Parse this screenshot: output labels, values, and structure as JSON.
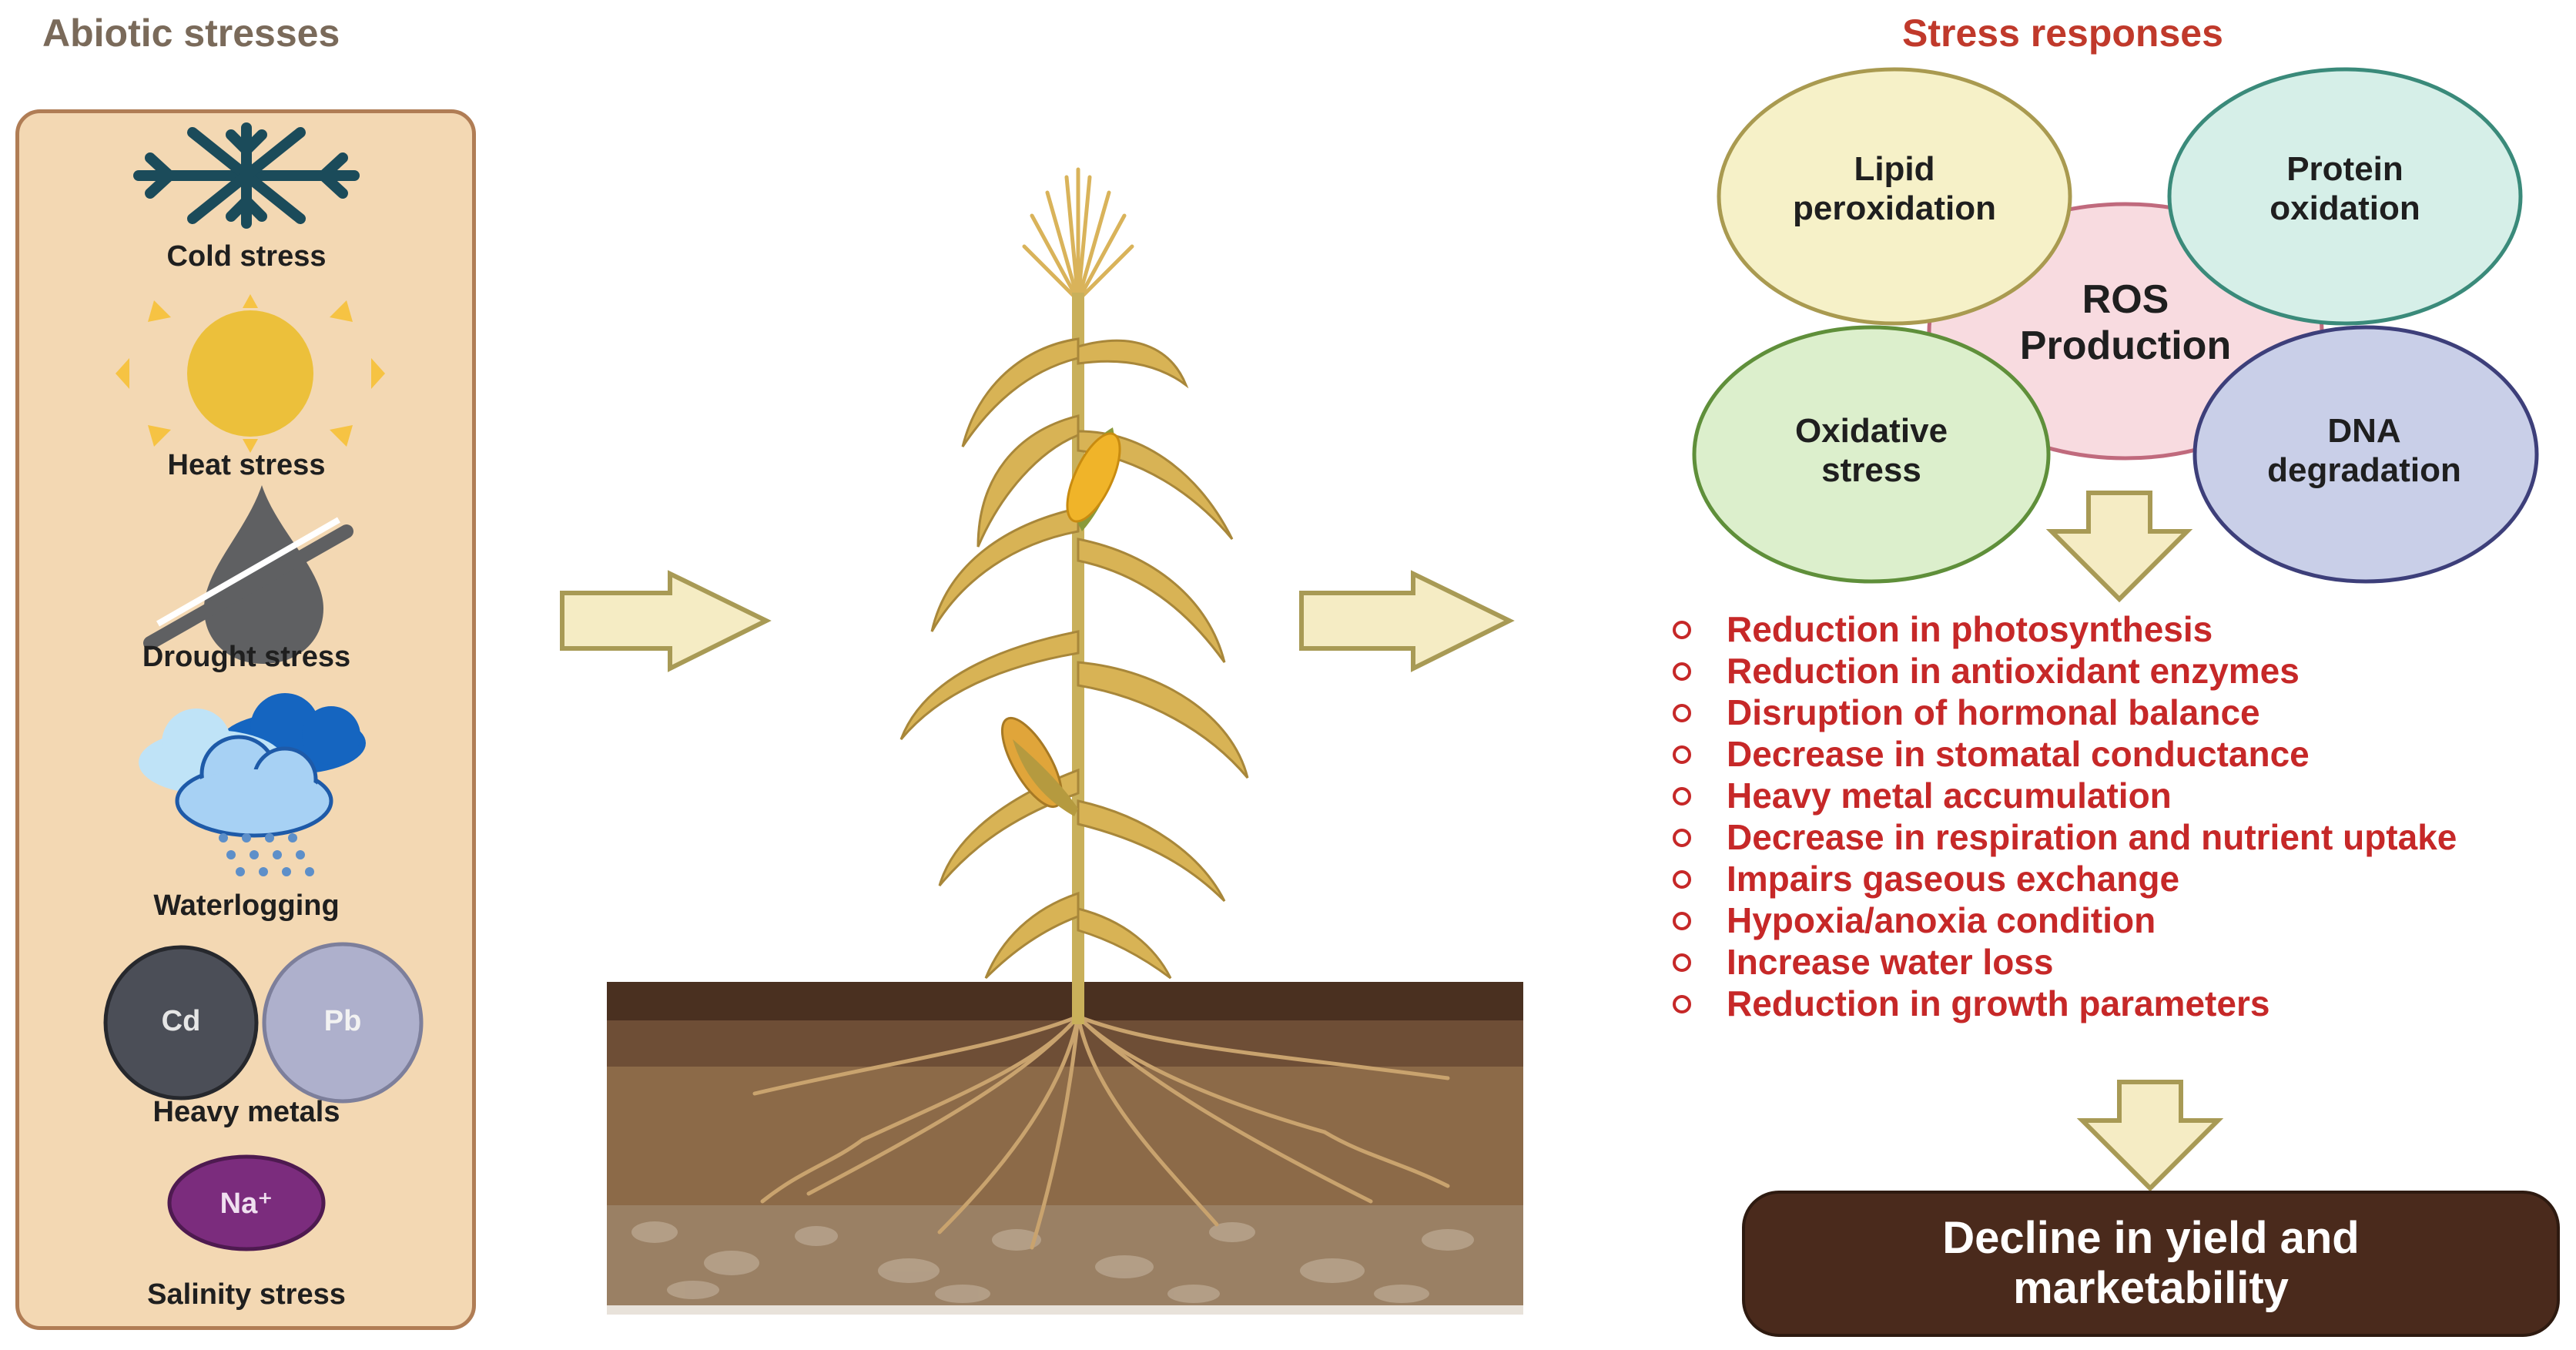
{
  "left_heading": "Abiotic stresses",
  "right_heading": "Stress responses",
  "stresses": [
    {
      "label": "Cold stress",
      "icon": "snowflake-icon"
    },
    {
      "label": "Heat stress",
      "icon": "sun-icon"
    },
    {
      "label": "Drought stress",
      "icon": "no-water-drop-icon"
    },
    {
      "label": "Waterlogging",
      "icon": "rain-cloud-icon"
    },
    {
      "label": "Heavy metals",
      "icon": "heavy-metal-icon"
    },
    {
      "label": "Salinity stress",
      "icon": "sodium-ion-icon"
    }
  ],
  "metal_symbols": {
    "cd": "Cd",
    "pb": "Pb",
    "na": "Na⁺"
  },
  "responses": {
    "center": "ROS Production",
    "lipid": "Lipid peroxidation",
    "protein": "Protein oxidation",
    "oxidative": "Oxidative stress",
    "dna": "DNA degradation"
  },
  "effects": [
    "Reduction in photosynthesis",
    "Reduction in antioxidant enzymes",
    "Disruption of hormonal balance",
    "Decrease in stomatal conductance",
    "Heavy metal accumulation",
    "Decrease in respiration and nutrient uptake",
    "Impairs gaseous exchange",
    "Hypoxia/anoxia condition",
    "Increase water loss",
    "Reduction in growth parameters"
  ],
  "outcome": "Decline in yield and\nmarketability",
  "colors": {
    "panel_bg": "#f3d8b3",
    "panel_border": "#b07d55",
    "arrow_fill": "#f5ecc4",
    "arrow_stroke": "#a89a55",
    "effect_text": "#c62828",
    "outcome_bg": "#4a2a1c",
    "lipid": "#f6f1c8",
    "protein": "#d6efe8",
    "oxidative": "#dcefcc",
    "dna": "#c9cfe8",
    "ros": "#f8dbe0"
  }
}
